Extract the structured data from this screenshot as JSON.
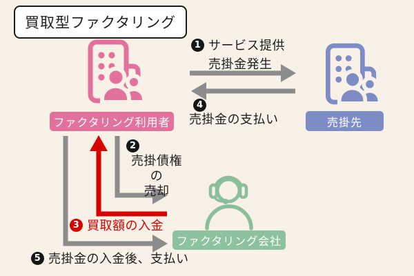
{
  "title": "買取型ファクタリング",
  "entities": {
    "user": {
      "label": "ファクタリング利用者"
    },
    "customer": {
      "label": "売掛先"
    },
    "company": {
      "label": "ファクタリング会社"
    }
  },
  "steps": {
    "s1": {
      "num": "1",
      "line1": "サービス提供",
      "line2": "売掛金発生"
    },
    "s2": {
      "num": "2",
      "line1": "売掛債権の",
      "line2": "売却"
    },
    "s3": {
      "num": "3",
      "label": "買取額の入金"
    },
    "s4": {
      "num": "4",
      "label": "売掛金の支払い"
    },
    "s5": {
      "num": "5",
      "label": "売掛金の入金後、支払い"
    }
  },
  "colors": {
    "background": "#f7f1e7",
    "user_pink": "#e2729c",
    "customer_blue": "#7e8cc6",
    "company_green": "#8cc29d",
    "arrow_gray": "#8c8c8c",
    "accent_red": "#d60000",
    "badge_black": "#161616",
    "title_border": "#1c1c1c"
  }
}
